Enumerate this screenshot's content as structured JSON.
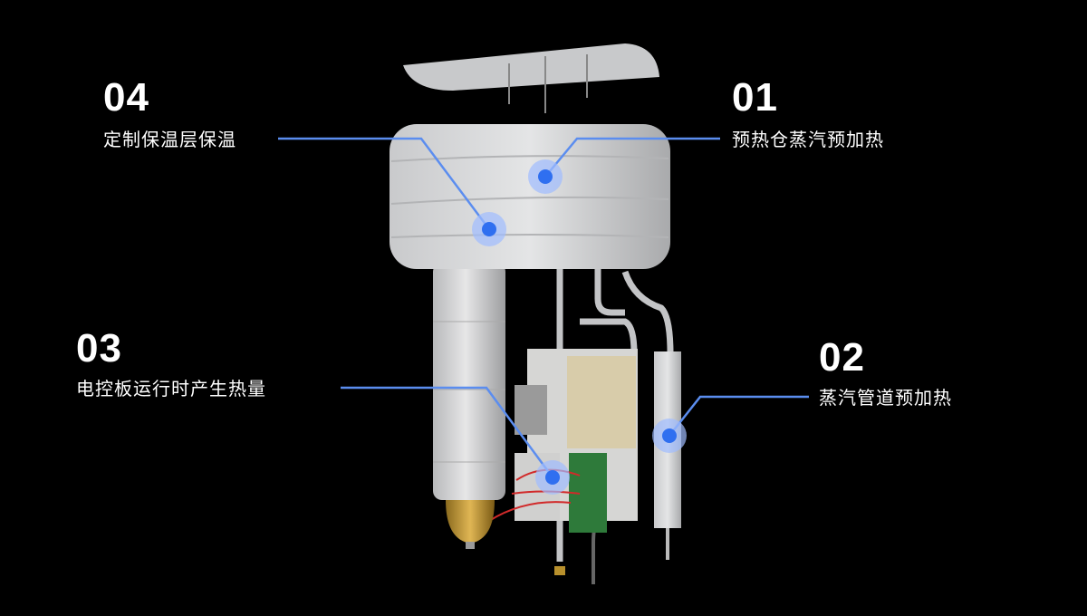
{
  "callouts": [
    {
      "number": "01",
      "label": "预热仓蒸汽预加热"
    },
    {
      "number": "02",
      "label": "蒸汽管道预加热"
    },
    {
      "number": "03",
      "label": "电控板运行时产生热量"
    },
    {
      "number": "04",
      "label": "定制保温层保温"
    }
  ],
  "colors": {
    "accent": "#5b8def",
    "marker": "#2f6ff0",
    "background": "#000000"
  }
}
